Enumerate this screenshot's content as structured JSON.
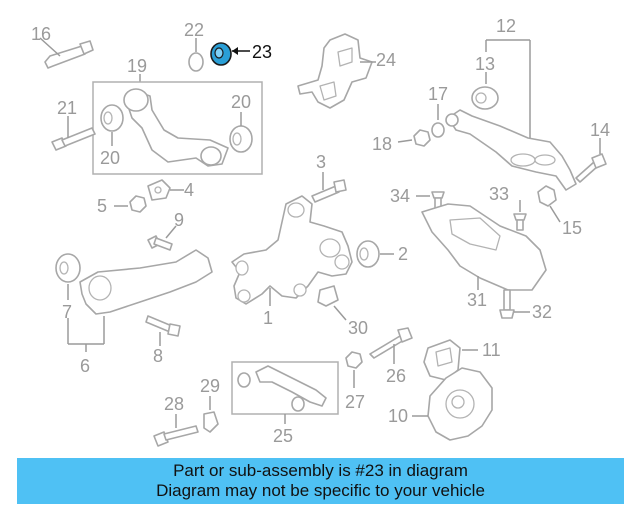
{
  "diagram": {
    "callouts": [
      "16",
      "22",
      "23",
      "24",
      "19",
      "12",
      "13",
      "21",
      "20",
      "20",
      "17",
      "18",
      "14",
      "3",
      "4",
      "5",
      "9",
      "34",
      "33",
      "15",
      "2",
      "7",
      "1",
      "31",
      "32",
      "6",
      "8",
      "30",
      "26",
      "11",
      "29",
      "28",
      "27",
      "25",
      "10"
    ],
    "highlight": {
      "label": "23",
      "color": "#2a9fd6"
    }
  },
  "banner": {
    "line1": "Part or sub-assembly is #23 in diagram",
    "line2": "Diagram may not be specific to your vehicle",
    "background": "#4fc1f4"
  }
}
